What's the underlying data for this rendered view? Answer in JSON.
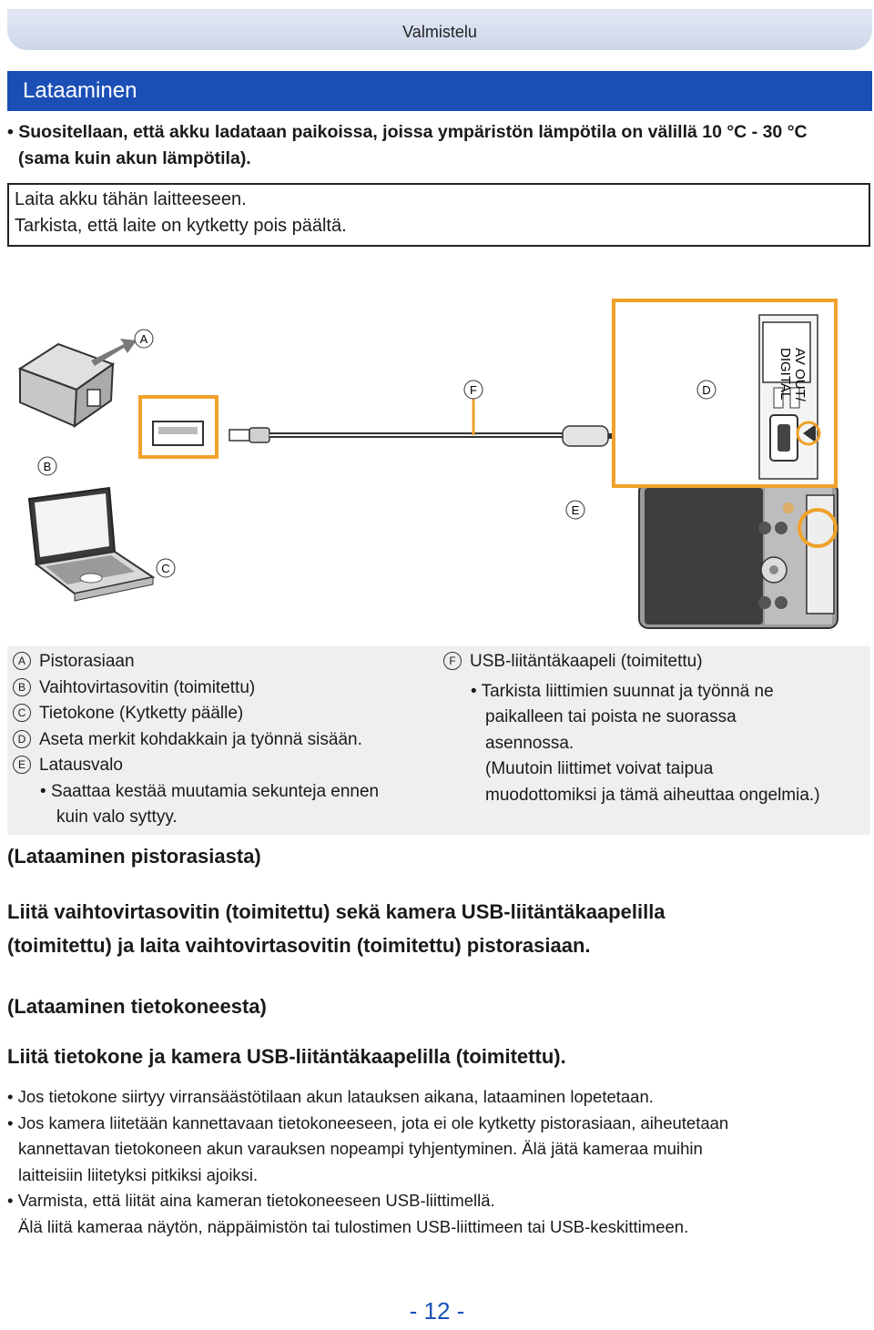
{
  "header": {
    "section": "Valmistelu"
  },
  "title": "Lataaminen",
  "intro_bullet": {
    "line1": "Suositellaan, että akku ladataan paikoissa, joissa ympäristön lämpötila on välillä 10 °C - 30 °C",
    "line2": "(sama kuin akun lämpötila)."
  },
  "note_box": {
    "line1": "Laita akku tähän laitteeseen.",
    "line2": "Tarkista, että laite on kytketty pois päältä."
  },
  "diagram": {
    "callouts": {
      "A": "A",
      "B": "B",
      "C": "C",
      "D": "D",
      "E": "E",
      "F": "F"
    },
    "port_label_1": "AV OUT/",
    "port_label_2": "DIGITAL"
  },
  "legend_left": {
    "a": {
      "mark": "A",
      "text": "Pistorasiaan"
    },
    "b": {
      "mark": "B",
      "text": "Vaihtovirtasovitin (toimitettu)"
    },
    "c": {
      "mark": "C",
      "text": "Tietokone (Kytketty päälle)"
    },
    "d": {
      "mark": "D",
      "text": "Aseta merkit kohdakkain ja työnnä sisään."
    },
    "e": {
      "mark": "E",
      "text": "Latausvalo"
    },
    "e_note1": "Saattaa kestää muutamia sekunteja ennen",
    "e_note2": "kuin valo syttyy."
  },
  "legend_right": {
    "f": {
      "mark": "F",
      "text": "USB-liitäntäkaapeli (toimitettu)"
    },
    "note1": "Tarkista liittimien suunnat ja työnnä ne",
    "note2": "paikalleen tai poista ne suorassa",
    "note3": "asennossa.",
    "note4": "(Muutoin liittimet voivat taipua",
    "note5": "muodottomiksi ja tämä aiheuttaa ongelmia.)"
  },
  "section_outlet": {
    "heading": "(Lataaminen pistorasiasta)",
    "instruction1": "Liitä vaihtovirtasovitin (toimitettu) sekä kamera USB-liitäntäkaapelilla",
    "instruction2": "(toimitettu) ja laita vaihtovirtasovitin (toimitettu) pistorasiaan."
  },
  "section_pc": {
    "heading": "(Lataaminen tietokoneesta)",
    "instruction": "Liitä tietokone ja kamera USB-liitäntäkaapelilla (toimitettu).",
    "bullets": [
      {
        "lines": [
          "Jos tietokone siirtyy virransäästötilaan akun latauksen aikana, lataaminen lopetetaan."
        ]
      },
      {
        "lines": [
          "Jos kamera liitetään kannettavaan tietokoneeseen, jota ei ole kytketty pistorasiaan, aiheutetaan",
          "kannettavan tietokoneen akun varauksen nopeampi tyhjentyminen. Älä jätä kameraa muihin",
          "laitteisiin liitetyksi pitkiksi ajoiksi."
        ]
      },
      {
        "lines": [
          "Varmista, että liität aina kameran tietokoneeseen USB-liittimellä.",
          "Älä liitä kameraa näytön, näppäimistön tai tulostimen USB-liittimeen tai USB-keskittimeen."
        ]
      }
    ]
  },
  "page_number": "- 12 -",
  "colors": {
    "accent": "#1b4fb5",
    "orange": "#f0a22b",
    "header_bg": "#d7deec"
  }
}
